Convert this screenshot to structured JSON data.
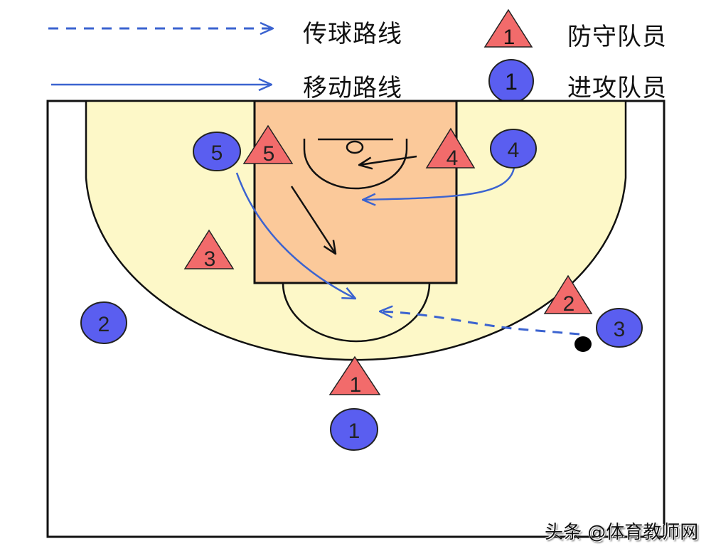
{
  "legend": {
    "pass_route": "传球路线",
    "move_route": "移动路线",
    "defender": "防守队员",
    "attacker": "进攻队员",
    "defender_sample": "1",
    "attacker_sample": "1"
  },
  "colors": {
    "court_line": "#111111",
    "three_point_area": "#fdf8c8",
    "paint": "#fbc99a",
    "defender_fill": "#f26b6b",
    "attacker_fill": "#5a5ef0",
    "route_line": "#3b63d0"
  },
  "defenders": [
    {
      "label": "1"
    },
    {
      "label": "2"
    },
    {
      "label": "3"
    },
    {
      "label": "4"
    },
    {
      "label": "5"
    }
  ],
  "attackers": [
    {
      "label": "1"
    },
    {
      "label": "2"
    },
    {
      "label": "3"
    },
    {
      "label": "4"
    },
    {
      "label": "5"
    }
  ],
  "watermark": "头条 @体育教师网"
}
